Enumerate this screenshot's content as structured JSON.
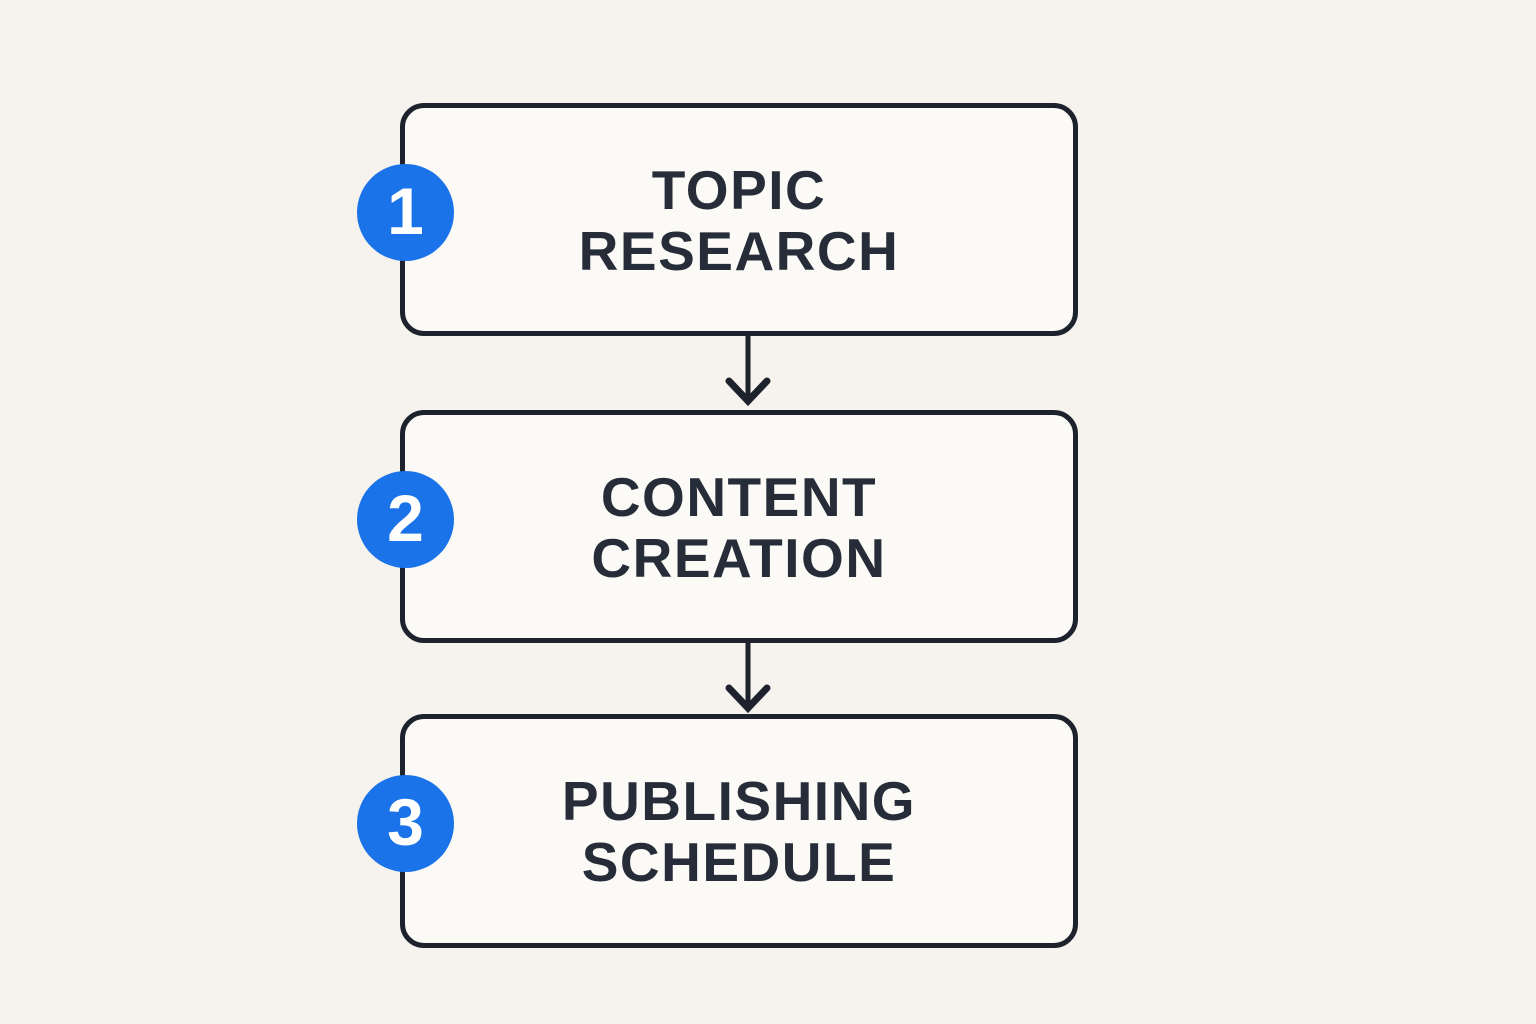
{
  "page": {
    "background_color": "#f6f3ee",
    "box_fill_color": "#fbfaf6",
    "ink_color": "#1d222c",
    "text_color": "#262d39",
    "accent_blue": "#1a73e8"
  },
  "flowchart": {
    "direction": "top-to-bottom",
    "connector": "arrow-down",
    "steps": [
      {
        "number": "1",
        "label": "TOPIC\nRESEARCH"
      },
      {
        "number": "2",
        "label": "CONTENT\nCREATION"
      },
      {
        "number": "3",
        "label": "PUBLISHING\nSCHEDULE"
      }
    ]
  }
}
